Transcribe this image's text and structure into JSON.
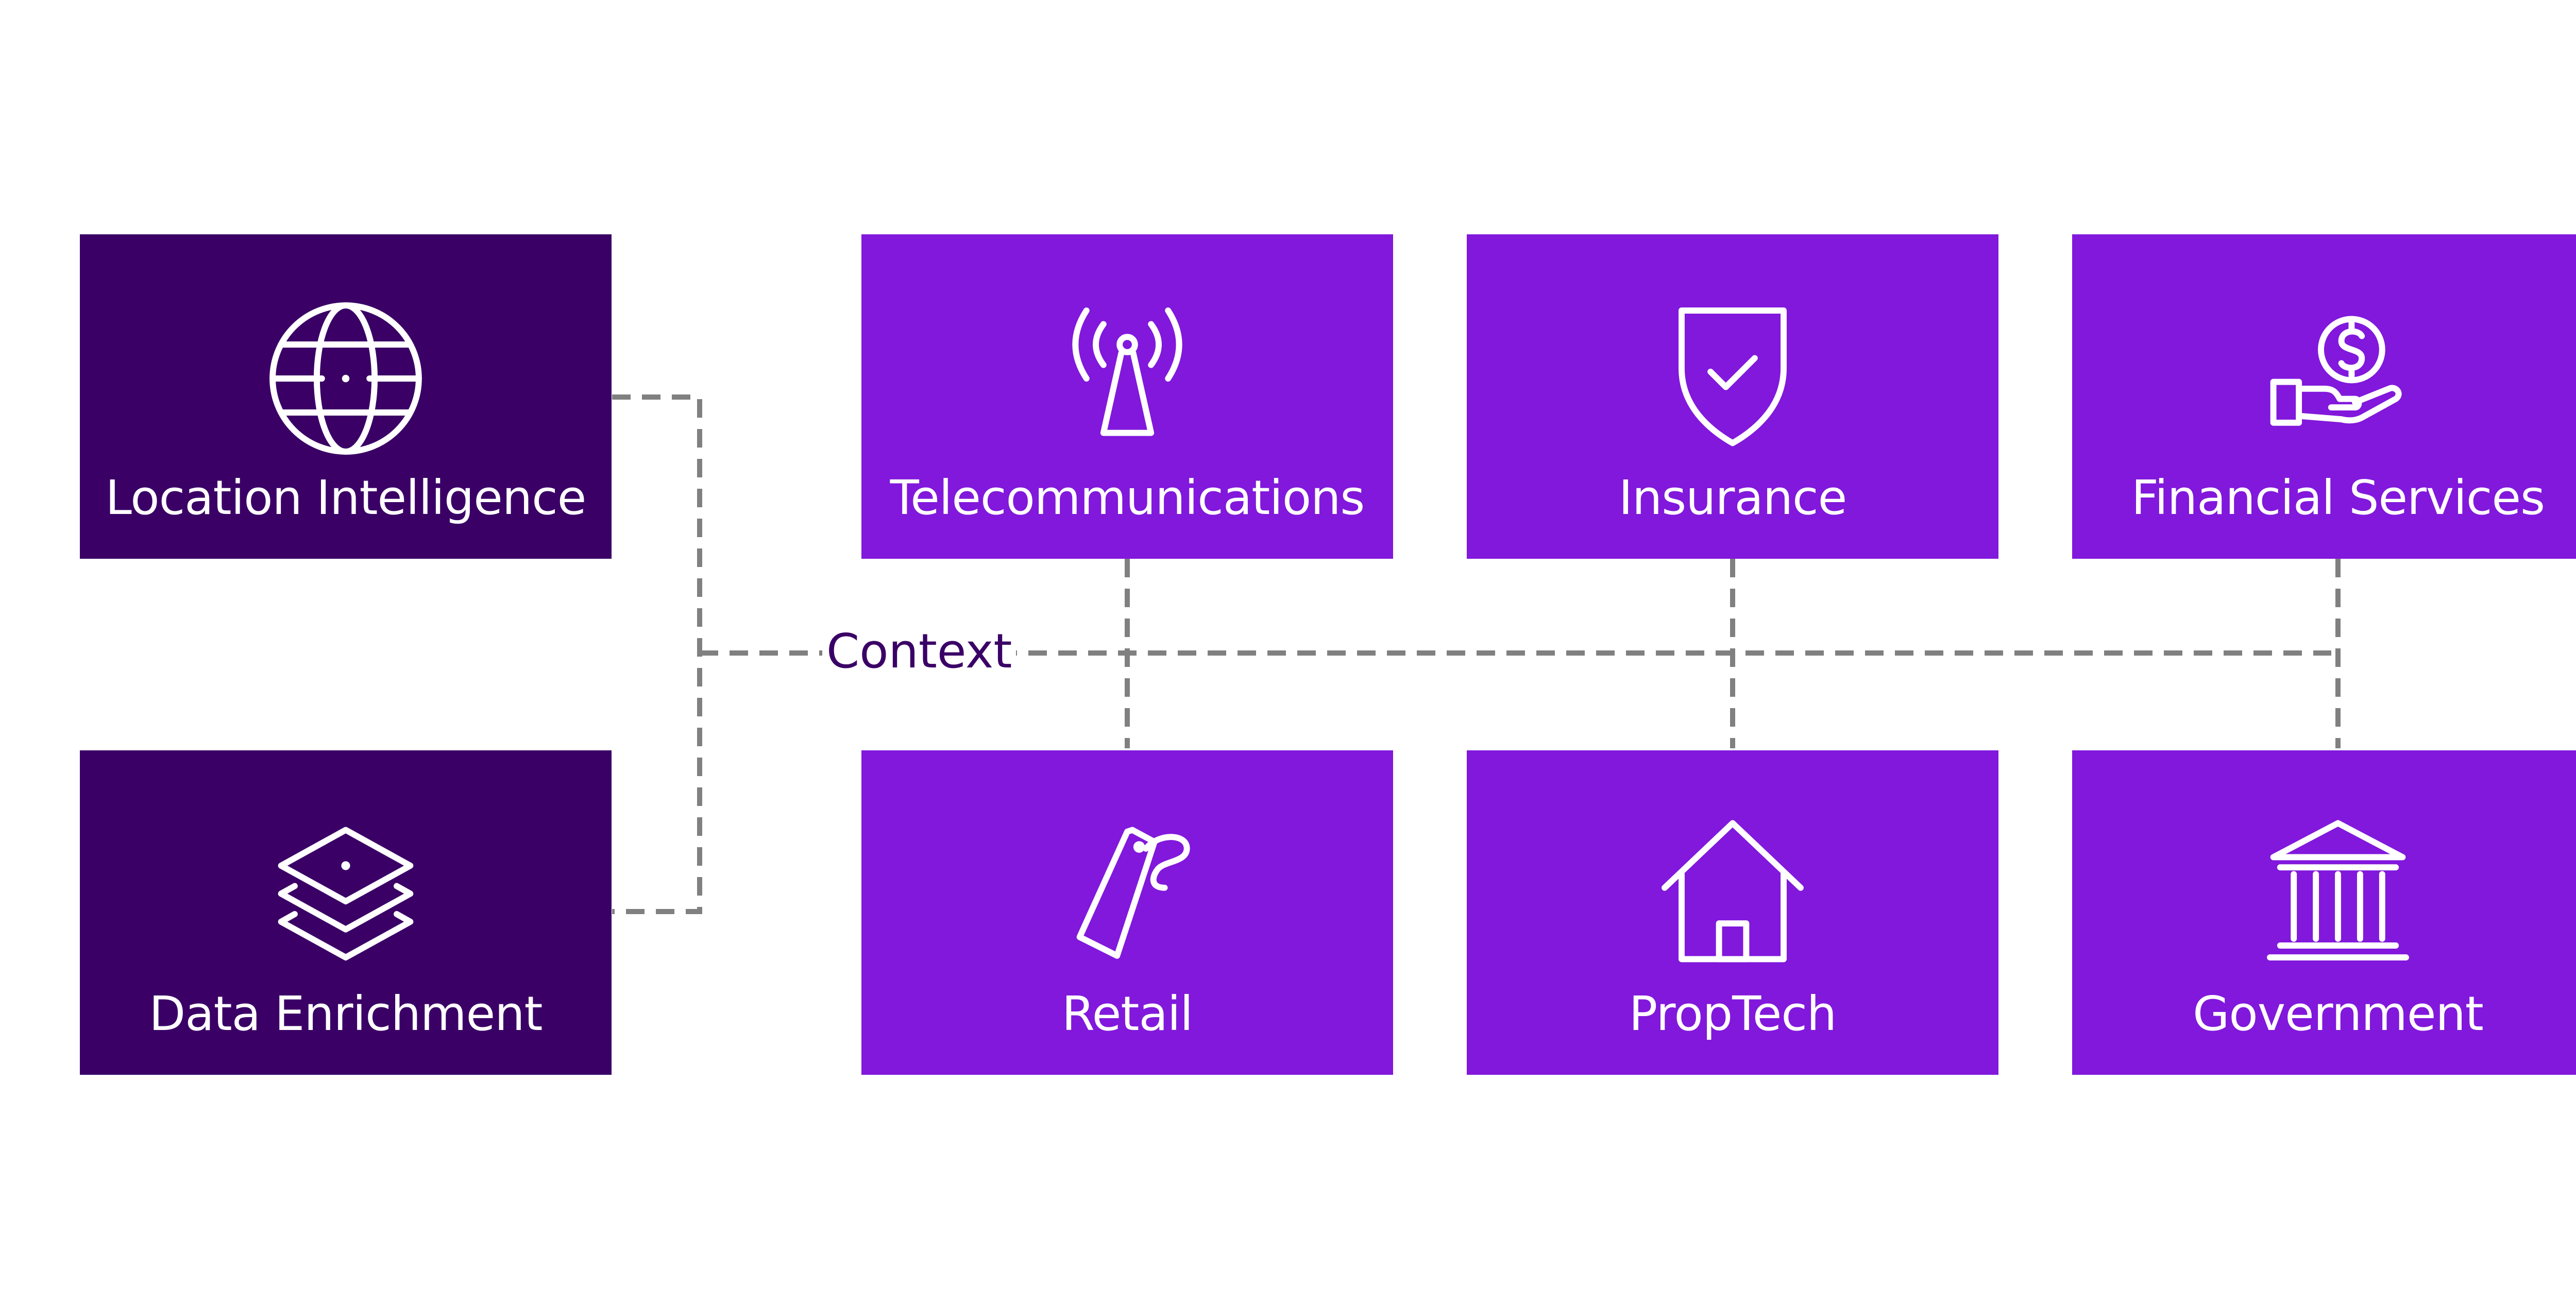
{
  "colors": {
    "source_tile": "#3a0066",
    "industry_tile": "#8118dc",
    "connector": "#808080",
    "context_text": "#3a0066",
    "icon_stroke": "#ffffff"
  },
  "connector_label": "Context",
  "sources": [
    {
      "label": "Location Intelligence",
      "icon": "globe-icon"
    },
    {
      "label": "Data Enrichment",
      "icon": "layers-icon"
    }
  ],
  "industries": [
    {
      "label": "Telecommunications",
      "icon": "signal-tower-icon"
    },
    {
      "label": "Insurance",
      "icon": "shield-check-icon"
    },
    {
      "label": "Financial Services",
      "icon": "hand-coin-icon"
    },
    {
      "label": "Retail",
      "icon": "price-tag-icon"
    },
    {
      "label": "PropTech",
      "icon": "house-icon"
    },
    {
      "label": "Government",
      "icon": "government-building-icon"
    }
  ]
}
